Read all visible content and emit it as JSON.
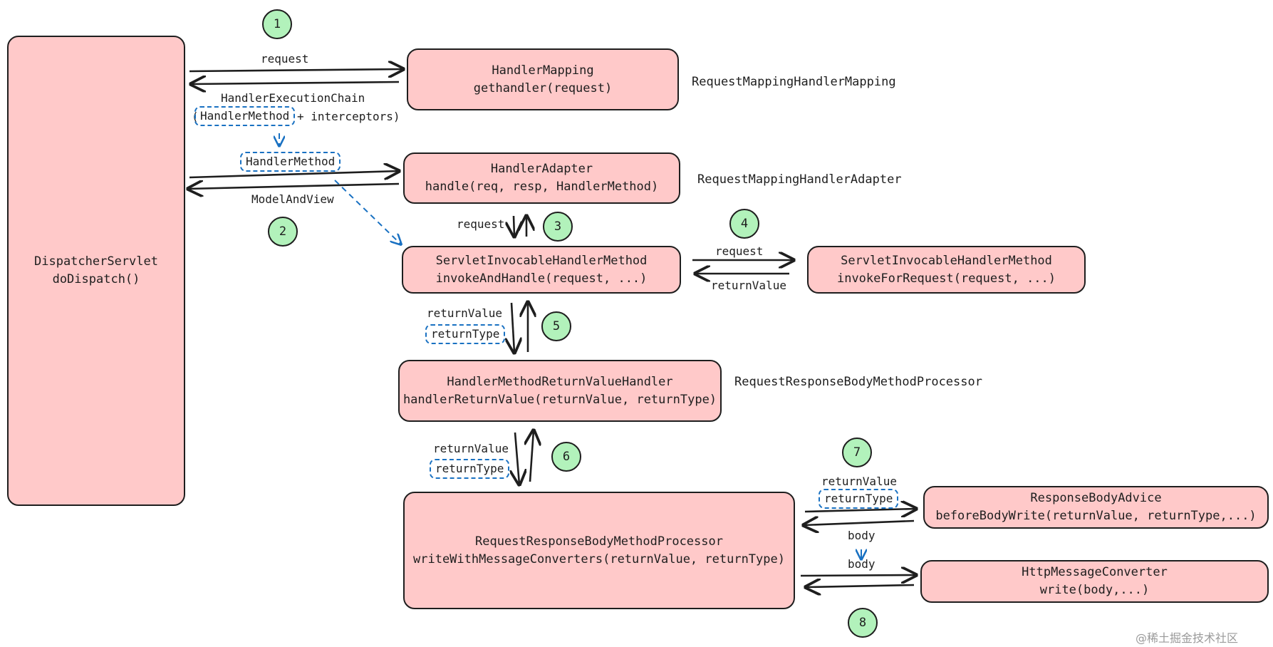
{
  "boxes": {
    "dispatcher": {
      "l1": "DispatcherServlet",
      "l2": "doDispatch()"
    },
    "mapping": {
      "l1": "HandlerMapping",
      "l2": "gethandler(request)"
    },
    "adapter": {
      "l1": "HandlerAdapter",
      "l2": "handle(req, resp, HandlerMethod)"
    },
    "invocable": {
      "l1": "ServletInvocableHandlerMethod",
      "l2": "invokeAndHandle(request, ...)"
    },
    "invoke_for": {
      "l1": "ServletInvocableHandlerMethod",
      "l2": "invokeForRequest(request, ...)"
    },
    "rv_handler": {
      "l1": "HandlerMethodReturnValueHandler",
      "l2": "handlerReturnValue(returnValue, returnType)"
    },
    "processor": {
      "l1": "RequestResponseBodyMethodProcessor",
      "l2": "writeWithMessageConverters(returnValue, returnType)"
    },
    "advice": {
      "l1": "ResponseBodyAdvice",
      "l2": "beforeBodyWrite(returnValue, returnType,...)"
    },
    "converter": {
      "l1": "HttpMessageConverter",
      "l2": "write(body,...)"
    }
  },
  "side_labels": {
    "mapping_impl": "RequestMappingHandlerMapping",
    "adapter_impl": "RequestMappingHandlerAdapter",
    "handler_impl": "RequestResponseBodyMethodProcessor"
  },
  "arrow_labels": {
    "request_1": "request",
    "chain": "HandlerExecutionChain",
    "chain_method": "HandlerMethod",
    "chain_rest": "+ interceptors)",
    "chain_open": "(",
    "handler_method": "HandlerMethod",
    "model_and_view": "ModelAndView",
    "request_3": "request",
    "request_4": "request",
    "return_value_4": "returnValue",
    "return_value_5": "returnValue",
    "return_type_5": "returnType",
    "return_value_6": "returnValue",
    "return_type_6": "returnType",
    "return_value_7": "returnValue",
    "return_type_7": "returnType",
    "body_1": "body",
    "body_2": "body"
  },
  "steps": [
    "1",
    "2",
    "3",
    "4",
    "5",
    "6",
    "7",
    "8"
  ],
  "watermark": "@稀土掘金技术社区",
  "colors": {
    "box_fill": "#ffc9c9",
    "step_fill": "#b2f2bb",
    "highlight": "#1971c2",
    "stroke": "#1e1e1e"
  }
}
